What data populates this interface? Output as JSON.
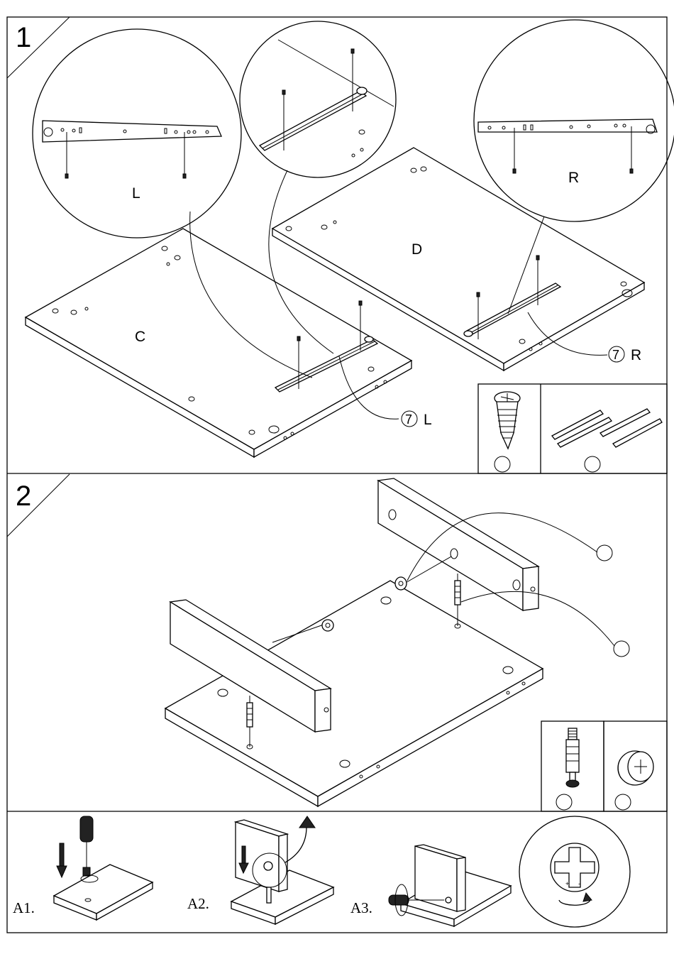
{
  "step1": {
    "number": "1",
    "panel_c": "C",
    "panel_d": "D",
    "detail_left": "L",
    "detail_right": "R",
    "callout_left_part": "7",
    "callout_left_side": "L",
    "callout_right_part": "7",
    "callout_right_side": "R"
  },
  "step2": {
    "number": "2"
  },
  "step3": {
    "a1": "A1.",
    "a2": "A2.",
    "a3": "A3."
  }
}
